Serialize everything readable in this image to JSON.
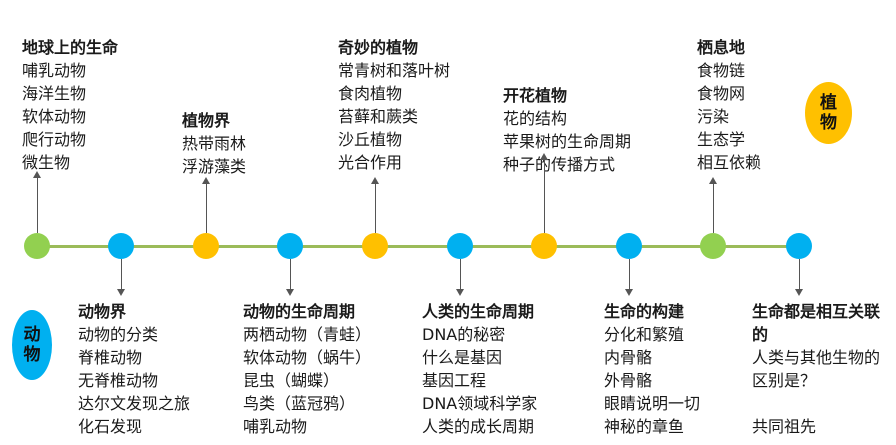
{
  "colors": {
    "green": "#92d050",
    "blue": "#00b0f0",
    "orange": "#ffc000",
    "line": "#9bbb59"
  },
  "badges": {
    "plants": "植物",
    "animals": "动物"
  },
  "nodes": [
    "green",
    "blue",
    "orange",
    "blue",
    "orange",
    "blue",
    "orange",
    "blue",
    "green",
    "blue"
  ],
  "topics": {
    "t0": {
      "title": "地球上的生命",
      "items": [
        "哺乳动物",
        "海洋生物",
        "软体动物",
        "爬行动物",
        "微生物"
      ]
    },
    "t1": {
      "title": "动物界",
      "items": [
        "动物的分类",
        "脊椎动物",
        "无脊椎动物",
        "达尔文发现之旅",
        "化石发现"
      ]
    },
    "t2": {
      "title": "植物界",
      "items": [
        "热带雨林",
        "浮游藻类"
      ]
    },
    "t3": {
      "title": "动物的生命周期",
      "items": [
        "两栖动物（青蛙）",
        "软体动物（蜗牛）",
        "昆虫（蝴蝶）",
        "鸟类（蓝冠鸦）",
        "哺乳动物"
      ]
    },
    "t4": {
      "title": "奇妙的植物",
      "items": [
        "常青树和落叶树",
        "食肉植物",
        "苔藓和蕨类",
        "沙丘植物",
        "光合作用"
      ]
    },
    "t5": {
      "title": "人类的生命周期",
      "items": [
        "DNA的秘密",
        "什么是基因",
        "基因工程",
        "DNA领域科学家",
        "人类的成长周期"
      ]
    },
    "t6": {
      "title": "开花植物",
      "items": [
        "花的结构",
        "苹果树的生命周期",
        "种子的传播方式"
      ]
    },
    "t7": {
      "title": "生命的构建",
      "items": [
        "分化和繁殖",
        "内骨骼",
        "外骨骼",
        "眼睛说明一切",
        "神秘的章鱼"
      ]
    },
    "t8": {
      "title": "栖息地",
      "items": [
        "食物链",
        "食物网",
        "污染",
        "生态学",
        "相互依赖"
      ]
    },
    "t9": {
      "title": "生命都是相互关联的",
      "items": [
        "人类与其他生物的区别是？",
        "",
        "共同祖先"
      ]
    }
  }
}
